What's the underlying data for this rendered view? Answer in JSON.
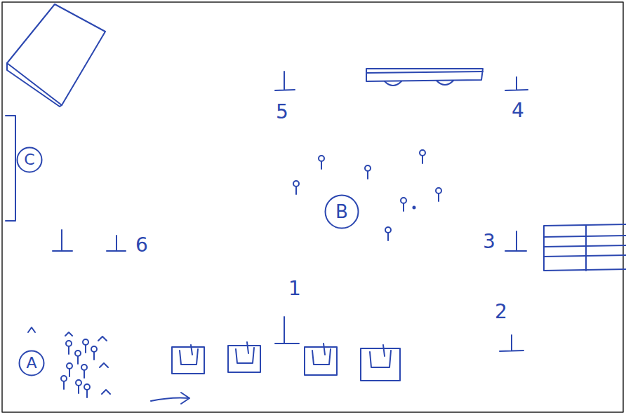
{
  "diagram": {
    "nodes": [
      {
        "text": [
          "C"
        ]
      },
      {
        "text": [
          "B"
        ]
      },
      {
        "text": [
          "A"
        ]
      }
    ],
    "labels": [
      "5",
      "4",
      "6",
      "3",
      "1",
      "2"
    ]
  }
}
